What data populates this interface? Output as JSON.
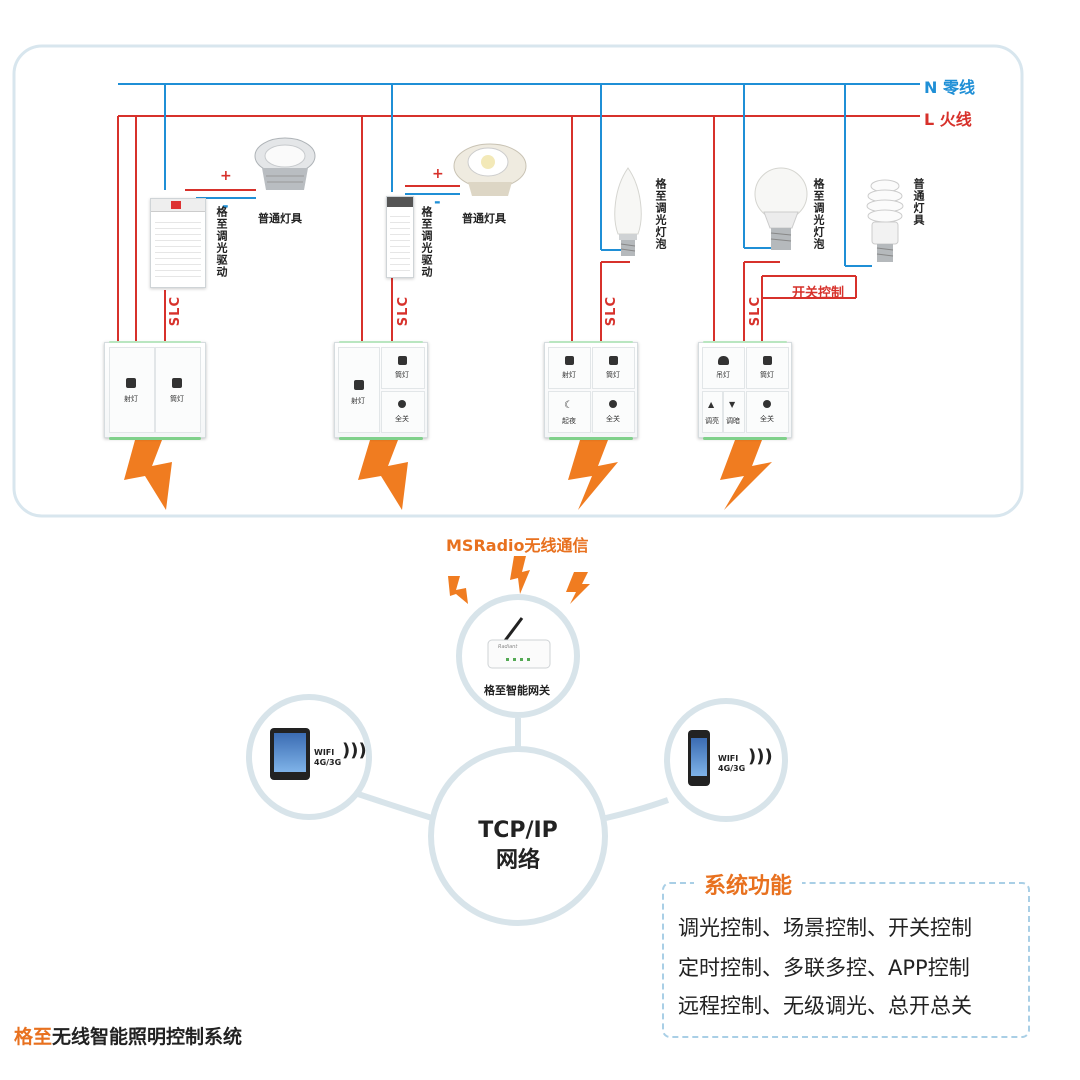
{
  "wires": {
    "n_label": "N 零线",
    "l_label": "L 火线"
  },
  "slc": "SLC",
  "drivers": {
    "label": "格至调光驱动"
  },
  "downlights": {
    "label": "普通灯具"
  },
  "candle_bulb": {
    "label": "格至调光灯泡"
  },
  "globe_bulb": {
    "label": "格至调光灯泡"
  },
  "cfl": {
    "label": "普通灯具"
  },
  "switch_control": "开关控制",
  "polarity": {
    "plus": "+",
    "minus": "-"
  },
  "panels": {
    "p1": [
      "射灯",
      "筒灯"
    ],
    "p2": [
      "射灯",
      "筒灯",
      "全关"
    ],
    "p3": [
      "射灯",
      "筒灯",
      "起夜",
      "全关"
    ],
    "p4": [
      "吊灯",
      "筒灯",
      "调亮",
      "调暗",
      "全关"
    ]
  },
  "radio": "MSRadio无线通信",
  "gateway": {
    "label": "格至智能网关",
    "brand": "Radiant"
  },
  "network": {
    "line1": "TCP/IP",
    "line2": "网络"
  },
  "device_conn": {
    "wifi": "WIFI",
    "cell": "4G/3G"
  },
  "features": {
    "title": "系统功能",
    "lines": [
      "调光控制、场景控制、开关控制",
      "定时控制、多联多控、APP控制",
      "远程控制、无级调光、总开总关"
    ]
  },
  "footer": {
    "brand": "格至",
    "rest": "无线智能照明控制系统"
  },
  "colors": {
    "n_wire": "#1f8fd6",
    "l_wire": "#d7312b",
    "accent": "#e8711f",
    "circle": "#d8e4ea"
  }
}
